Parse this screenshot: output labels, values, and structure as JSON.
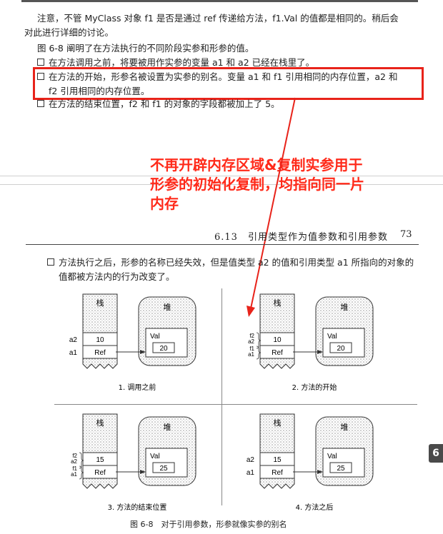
{
  "page1": {
    "para1_line1": "注意，不管 MyClass 对象 f1 是否是通过 ref 传递给方法，f1.Val 的值都是相同的。稍后会",
    "para1_line2": "对此进行详细的讨论。",
    "para2": "图 6-8 阐明了在方法执行的不同阶段实参和形参的值。",
    "bullets": [
      "在方法调用之前，将要被用作实参的变量 a1 和 a2 已经在栈里了。",
      "在方法的开始，形参名被设置为实参的别名。变量 a1 和 f1 引用相同的内存位置，a2 和",
      "f2 引用相同的内存位置。",
      "在方法的结束位置，f2 和 f1 的对象的字段都被加上了 5。"
    ]
  },
  "annotation": {
    "line1": "不再开辟内存区域&复制实参用于",
    "line2": "形参的初始化复制，均指向同一片",
    "line3": "内存",
    "color": "#ff2a1a"
  },
  "page2": {
    "header_title": "6.13　引用类型作为值参数和引用参数",
    "page_number": "73",
    "bullet_line1": "方法执行之后，形参的名称已经失效，但是值类型 a2 的值和引用类型 a1 所指向的对象的",
    "bullet_line2": "值都被方法内的行为改变了。",
    "figure_caption": "图 6-8　对于引用参数，形参就像实参的别名",
    "side_tab": "6"
  },
  "panels": [
    {
      "stack": "栈",
      "heap": "堆",
      "top_labels": [
        "a2"
      ],
      "bottom_labels": [
        "a1"
      ],
      "value": "10",
      "ref": "Ref",
      "val_label": "Val",
      "val": "20",
      "caption": "1. 调用之前"
    },
    {
      "stack": "栈",
      "heap": "堆",
      "top_labels": [
        "f2",
        "a2"
      ],
      "bottom_labels": [
        "f1",
        "a1"
      ],
      "value": "10",
      "ref": "Ref",
      "val_label": "Val",
      "val": "20",
      "caption": "2. 方法的开始"
    },
    {
      "stack": "栈",
      "heap": "堆",
      "top_labels": [
        "f2",
        "a2"
      ],
      "bottom_labels": [
        "f1",
        "a1"
      ],
      "value": "15",
      "ref": "Ref",
      "val_label": "Val",
      "val": "25",
      "caption": "3. 方法的结束位置"
    },
    {
      "stack": "栈",
      "heap": "堆",
      "top_labels": [
        "a2"
      ],
      "bottom_labels": [
        "a1"
      ],
      "value": "15",
      "ref": "Ref",
      "val_label": "Val",
      "val": "25",
      "caption": "4. 方法之后"
    }
  ]
}
